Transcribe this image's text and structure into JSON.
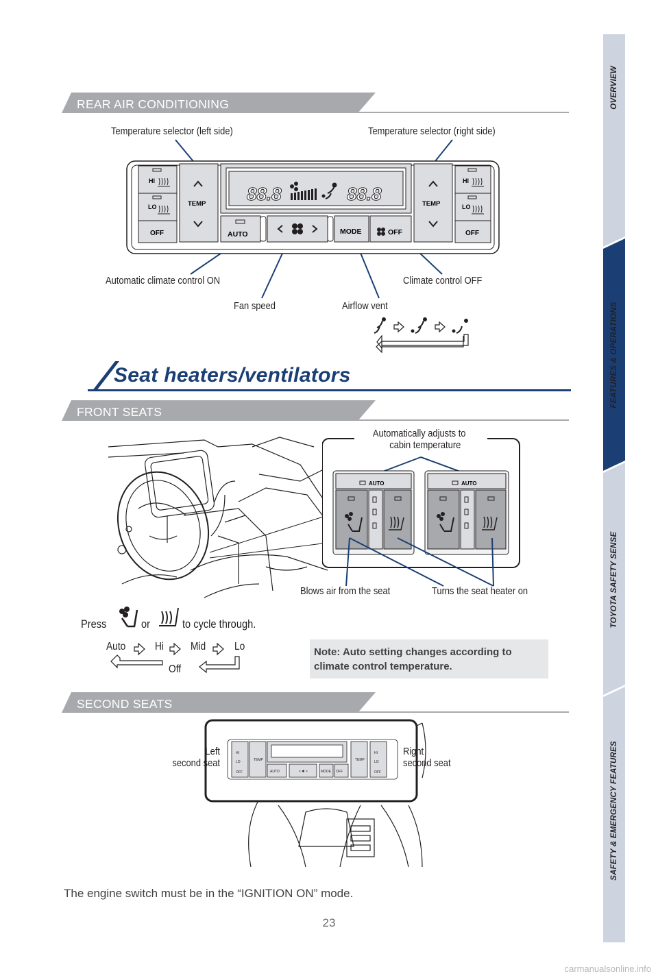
{
  "side_tabs": [
    {
      "label": "OVERVIEW",
      "active": false
    },
    {
      "label": "FEATURES & OPERATIONS",
      "active": true
    },
    {
      "label": "TOYOTA SAFETY SENSE",
      "active": false
    },
    {
      "label": "SAFETY & EMERGENCY FEATURES",
      "active": false
    }
  ],
  "colors": {
    "tab_inactive": "#cdd3df",
    "tab_active": "#1b3f75",
    "section_bar": "#a7a9ac",
    "callout_line": "#1b3f75",
    "note_bg": "#e6e7e8"
  },
  "rear_ac": {
    "header": "REAR AIR CONDITIONING",
    "callouts": {
      "temp_left": "Temperature selector (left side)",
      "temp_right": "Temperature selector (right side)",
      "auto_on": "Automatic climate control ON",
      "climate_off": "Climate control OFF",
      "fan_speed": "Fan speed",
      "airflow_vent": "Airflow vent"
    },
    "panel": {
      "hi": "HI",
      "lo": "LO",
      "off": "OFF",
      "temp": "TEMP",
      "display_left": "88.8",
      "display_right": "88.8",
      "auto": "AUTO",
      "mode": "MODE",
      "fan_off": "OFF"
    }
  },
  "seat": {
    "title": "Seat heaters/ventilators",
    "front_header": "FRONT SEATS",
    "auto_adjust": [
      "Automatically adjusts to",
      "cabin temperature"
    ],
    "auto_button": "AUTO",
    "blows_air": "Blows air from the seat",
    "turns_heater": "Turns the seat heater on",
    "press_text": {
      "press": "Press",
      "or": "or",
      "cycle": "to cycle through."
    },
    "cycle": [
      "Auto",
      "Hi",
      "Mid",
      "Lo",
      "Off"
    ],
    "note": "Note: Auto setting changes according to climate control temperature."
  },
  "second_seats": {
    "header": "SECOND SEATS",
    "left": [
      "Left",
      "second seat"
    ],
    "right": [
      "Right",
      "second seat"
    ]
  },
  "footer": {
    "text": "The engine switch must be in the “IGNITION ON” mode.",
    "page_number": "23",
    "watermark": "carmanualsonline.info"
  }
}
